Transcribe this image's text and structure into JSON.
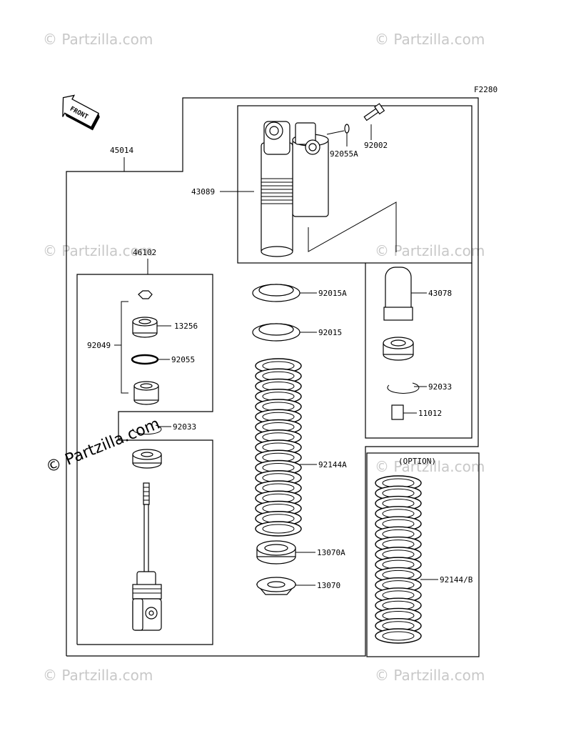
{
  "figure_code": "F2280",
  "front_label": "FRONT",
  "option_label": "(OPTION)",
  "watermark": "© Partzilla.com",
  "parts": [
    {
      "name": "label-45014",
      "text": "45014"
    },
    {
      "name": "label-43089",
      "text": "43089"
    },
    {
      "name": "label-92055a",
      "text": "92055A"
    },
    {
      "name": "label-92002",
      "text": "92002"
    },
    {
      "name": "label-46102",
      "text": "46102"
    },
    {
      "name": "label-13256",
      "text": "13256"
    },
    {
      "name": "label-92049",
      "text": "92049"
    },
    {
      "name": "label-92055",
      "text": "92055"
    },
    {
      "name": "label-92033-left",
      "text": "92033"
    },
    {
      "name": "label-92015a",
      "text": "92015A"
    },
    {
      "name": "label-92015",
      "text": "92015"
    },
    {
      "name": "label-92144a",
      "text": "92144A"
    },
    {
      "name": "label-13070a",
      "text": "13070A"
    },
    {
      "name": "label-13070",
      "text": "13070"
    },
    {
      "name": "label-43078",
      "text": "43078"
    },
    {
      "name": "label-92033-right",
      "text": "92033"
    },
    {
      "name": "label-11012",
      "text": "11012"
    },
    {
      "name": "label-92144b",
      "text": "92144/B"
    }
  ]
}
